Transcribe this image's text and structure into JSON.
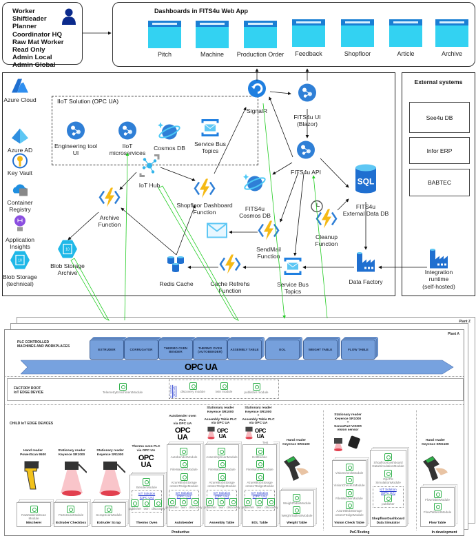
{
  "roles": {
    "items": [
      "Worker",
      "Shiftleader",
      "Planner",
      "Coordinator HQ",
      "Raw Mat Worker",
      "Read Only",
      "Admin Local",
      "Admin Global"
    ],
    "icon": "user-icon"
  },
  "dashboards": {
    "title": "Dashboards  in FITS4u Web App",
    "tiles": [
      "Pitch",
      "Machine",
      "Production Order",
      "Feedback",
      "Shopfloor",
      "Article",
      "Archive"
    ]
  },
  "azure": {
    "legend": [
      {
        "label": "Azure Cloud",
        "icon": "azure-cloud-icon"
      },
      {
        "label": "Azure AD",
        "icon": "azure-ad-icon"
      },
      {
        "label": "Key Vault",
        "icon": "key-vault-icon"
      },
      {
        "label": "Container\nRegistry",
        "icon": "container-registry-icon"
      },
      {
        "label": "Application\nInsights",
        "icon": "application-insights-icon"
      },
      {
        "label": "Blob Storage\n(technical)",
        "icon": "blob-storage-icon"
      }
    ],
    "iiot": {
      "title": "IIoT Solution (OPC UA)",
      "items": [
        {
          "label": "Engineering tool\nUI",
          "icon": "app-service-icon"
        },
        {
          "label": "IIoT\nmicroservices",
          "icon": "app-service-icon"
        },
        {
          "label": "Cosmos DB",
          "icon": "cosmos-db-icon"
        },
        {
          "label": "Service Bus\nTopics",
          "icon": "service-bus-icon"
        }
      ]
    },
    "services": [
      {
        "label": "SignalR",
        "icon": "signalr-icon"
      },
      {
        "label": "FITS4u UI\n(Blazor)",
        "icon": "app-service-icon"
      },
      {
        "label": "FITS4u API",
        "icon": "app-service-icon"
      },
      {
        "label": "FITS4u\nCosmos DB",
        "icon": "cosmos-db-icon"
      },
      {
        "label": "FITS4u\nExternal Data DB",
        "icon": "sql-database-icon"
      },
      {
        "label": "IoT Hub",
        "icon": "iot-hub-icon"
      },
      {
        "label": "Shopfloor Dashboard\nFunction",
        "icon": "function-icon"
      },
      {
        "label": "Archive\nFunction",
        "icon": "function-icon"
      },
      {
        "label": "SendMail\nFunction",
        "icon": "function-icon"
      },
      {
        "label": "Cleanup\nFunction",
        "icon": "function-icon"
      },
      {
        "label": "Blob Storage\nArchive",
        "icon": "blob-storage-icon"
      },
      {
        "label": "Redis Cache",
        "icon": "redis-cache-icon"
      },
      {
        "label": "Cache Refrehs\nFunction",
        "icon": "function-icon"
      },
      {
        "label": "Service Bus\nTopics",
        "icon": "service-bus-icon"
      },
      {
        "label": "Data Factory",
        "icon": "data-factory-icon"
      },
      {
        "label": "",
        "icon": "mail-icon"
      },
      {
        "label": "",
        "icon": "clock-icon"
      }
    ]
  },
  "external": {
    "title": "External systems",
    "systems": [
      "See4u DB",
      "Infor ERP",
      "BABTEC"
    ],
    "integration_runtime": "Integration runtime\n(self-hosted)"
  },
  "plants": {
    "plant_z": "Plant Z",
    "plant_a": "Plant A",
    "plc_label": "PLC CONTROLLED\nMACHINES AND WORKPLACES",
    "machines": [
      "EXTRUDER",
      "CORRUGATOR",
      "THERMO OVEN\nBENDER",
      "THERMO OVEN\n(AUTOBENDER)",
      "ASSEMBLY TABLE",
      "EOL",
      "WEIGHT TABLE",
      "FLOW TABLE"
    ],
    "opc_ua": "OPC UA",
    "factory_root": {
      "label": "FACTORY ROOT\nIoT EDGE DEVICE",
      "modules": [
        "TelemetryEnrichmentModule",
        "discovery module",
        "twin module",
        "publisher module"
      ],
      "iot_solution_link": "IoT Solution\n(OPC UA)"
    },
    "child_label": "CHILD IoT EDGE DEVICES",
    "devices": [
      {
        "header": "Hand reader\nPowerScan 9500",
        "image": "hand-scanner",
        "modules": [
          "RawMaterialScan\nModule"
        ],
        "iot_solution": false,
        "name": "Mischerei"
      },
      {
        "header": "Stationary reader\nKeyence SR1000",
        "image": "stationary-reader",
        "modules": [
          "PartsScanModule"
        ],
        "iot_solution": false,
        "name": "Extruder Checkbox"
      },
      {
        "header": "Stationary reader\nKeyence SR1000",
        "image": "stationary-reader",
        "modules": [
          "ScrapScanModule"
        ],
        "iot_solution": false,
        "name": "Extruder Scrap"
      },
      {
        "header": "Thermo oven PLC\nvia OPC UA",
        "image": "opc-ua-logo",
        "modules": [
          "BenderModule"
        ],
        "iot_solution": true,
        "name": "Thermo Oven"
      },
      {
        "header": "Autobender oven\nPLC\nvia OPC UA",
        "image": "opc-ua-logo",
        "modules": [
          "AutobenderModule",
          "FileWatcherModule",
          "AzureBlobStorage\nontoIoTEdgeModule"
        ],
        "iot_solution": true,
        "name": "Autobender"
      },
      {
        "header": "Stationary reader\nKeyence SR1000\n+\nAssembly Table PLC\nvia OPC UA",
        "image": "reader-and-opc",
        "modules": [
          "AssemblyScanModule",
          "FileWatcherModule",
          "AzureBlobStorage\nontoIoTEdgeModule"
        ],
        "iot_solution": true,
        "name": "Assembly Table"
      },
      {
        "header": "Stationary reader\nKeyence SR1000\n+\nAssembly Table PLC\nvia OPC UA",
        "image": "reader-and-opc",
        "image_caption": "Test",
        "modules": [
          "EolModule",
          "FileWatcherModule",
          "AzureBlobStorage\nontoIoTEdgeModule"
        ],
        "iot_solution": true,
        "name": "EOL Table"
      },
      {
        "header": "Hand reader\nKeyence SRG100",
        "image": "hand-scanner-dark",
        "modules": [
          "WeightTableModule",
          "WeightTableUIModule"
        ],
        "iot_solution": false,
        "name": "Weight Table"
      },
      {
        "header": "Stationary reader\nKeyence SR1000\n+\nSensoPart VISOR\nvision sensor",
        "image": "reader-and-camera",
        "modules": [
          "VisionCheckModule",
          "VisionCheckUIModule",
          "FileWatcherModule",
          "AzureBlobStorage\nontoIoTEdgeModule"
        ],
        "iot_solution": false,
        "name": "Vision Check Table"
      },
      {
        "header": "",
        "image": "",
        "modules": [
          "ShopfloorDashboard\nDataSimulationModule",
          "OpcPlc\nSimulationModule"
        ],
        "iot_solution": true,
        "iot_solution_publisher_only": true,
        "name": "ShopfloorDashboard\nData Simulator"
      },
      {
        "header": "Hand reader\nKeyence SRG100",
        "image": "hand-scanner-dark",
        "modules": [
          "FlowTableModule",
          "FlowTableUIModule"
        ],
        "iot_solution": false,
        "name": "Flow Table"
      }
    ],
    "iot_solution_modules": [
      "publisher",
      "twin",
      "discovery"
    ],
    "groups": [
      "Productive",
      "PoC/Testing",
      "In development"
    ]
  }
}
